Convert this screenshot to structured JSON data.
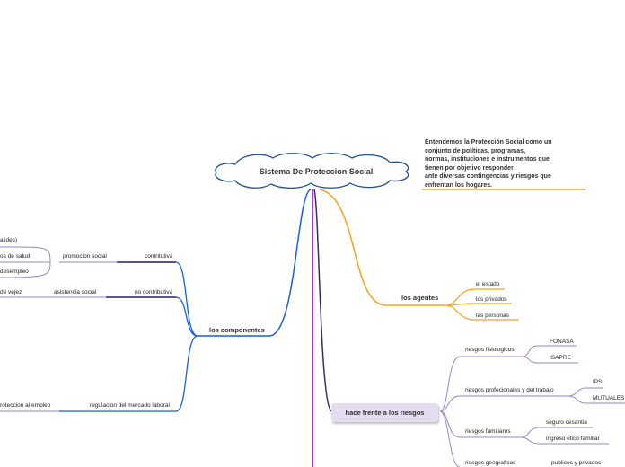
{
  "central": "Sistema De Proteccion Social",
  "note": "Entendemos la Protección Social como un\nconjunto de políticas, programas,\nnormas, instituciones e instrumentos que\ntienen por objetivo responder\nante diversas contingencias y riesgos que\nenfrentan los hogares.",
  "agentes": {
    "title": "los agentes",
    "items": [
      "el estado",
      "los privados",
      "las personas"
    ]
  },
  "componentes": {
    "title": "los componentes",
    "contributiva": "contritutiva",
    "promocion": "promocion social",
    "promocion_items": [
      "alides)",
      "os de salud",
      "desempleo"
    ],
    "no_contributiva": "no contributiva",
    "asistencia": "asistencia social",
    "vejez": "de vejez",
    "regulacion": "regulacion del mercado laboral",
    "proteccion_empleo": "roteccion al empleo"
  },
  "riesgos": {
    "title": "hace frente a los riesgos",
    "fisiologicos": "riesgos fisiologicos",
    "fonasa": "FONASA",
    "isapre": "ISAPRE",
    "profesionales": "riesgos profecionales y del trabajo",
    "ips": "IPS",
    "mutuales": "MUTUALES",
    "familiares": "riesgos familiares",
    "cesantia": "seguro cesantia",
    "ingreso": "ingreso etico familiar",
    "geograficos": "riesgos geograficos",
    "publicos": "publicos y privados"
  }
}
